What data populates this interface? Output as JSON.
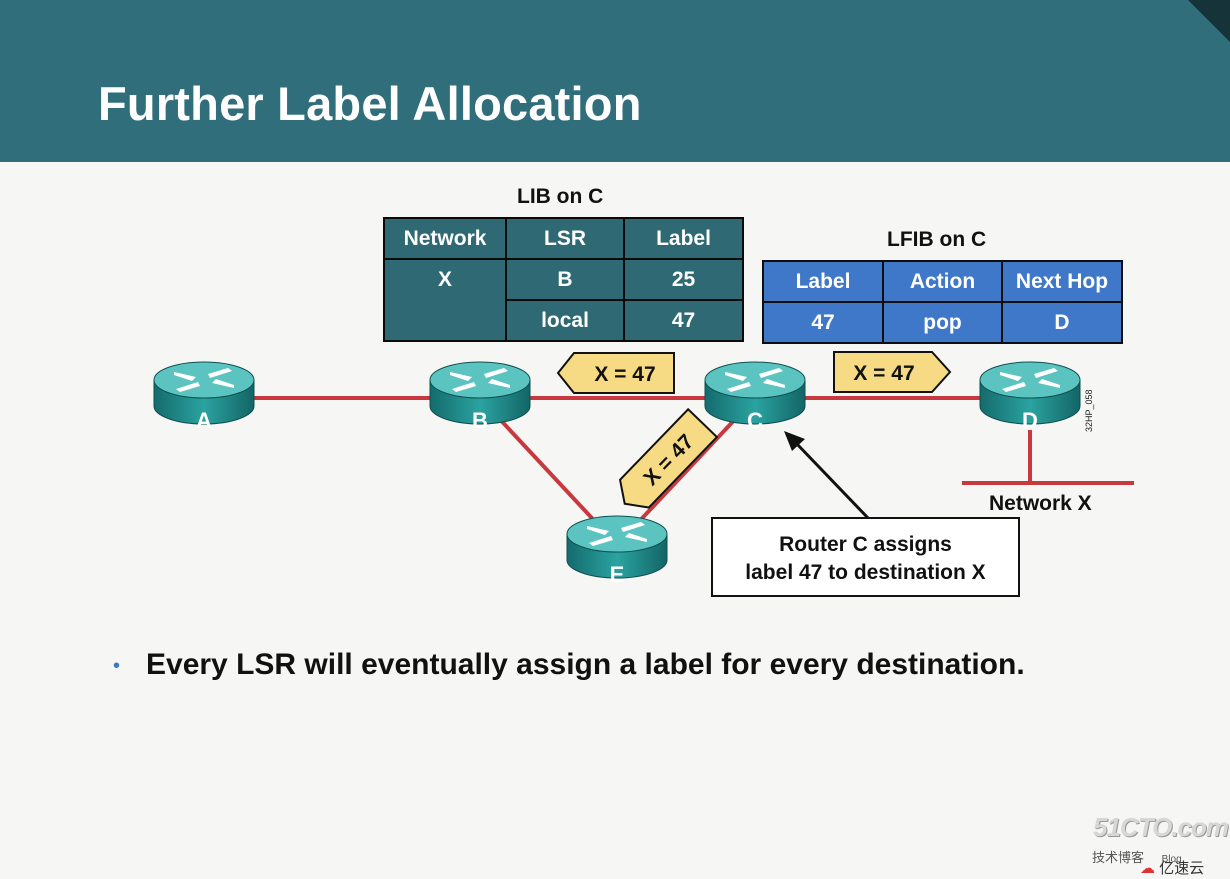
{
  "header": {
    "title": "Further Label Allocation"
  },
  "lib": {
    "caption": "LIB on C",
    "columns": [
      "Network",
      "LSR",
      "Label"
    ],
    "network": "X",
    "rows": [
      {
        "lsr": "B",
        "label": "25"
      },
      {
        "lsr": "local",
        "label": "47"
      }
    ]
  },
  "lfib": {
    "caption": "LFIB on C",
    "columns": [
      "Label",
      "Action",
      "Next Hop"
    ],
    "row": {
      "label": "47",
      "action": "pop",
      "next_hop": "D"
    }
  },
  "routers": [
    "A",
    "B",
    "C",
    "D",
    "E"
  ],
  "advertisements": {
    "c_to_b": "X = 47",
    "c_to_d": "X = 47",
    "c_to_e": "X = 47"
  },
  "network_label": "Network X",
  "callout": {
    "line1": "Router C assigns",
    "line2": "label 47 to destination X"
  },
  "figure_id": "32HP_058",
  "bullet": {
    "marker": "•",
    "text": "Every LSR will eventually assign a label for every destination."
  },
  "watermark": {
    "site": "51CTO.com",
    "sub": "技术博客",
    "sub_en": "Blog",
    "logo_text": "亿速云"
  },
  "colors": {
    "header": "#2f6e7a",
    "lib_cell": "#2f6a74",
    "lfib_cell": "#3f78c8",
    "link": "#c8393f",
    "advert_tag": "#f6da84",
    "router": "#1e8b88"
  }
}
